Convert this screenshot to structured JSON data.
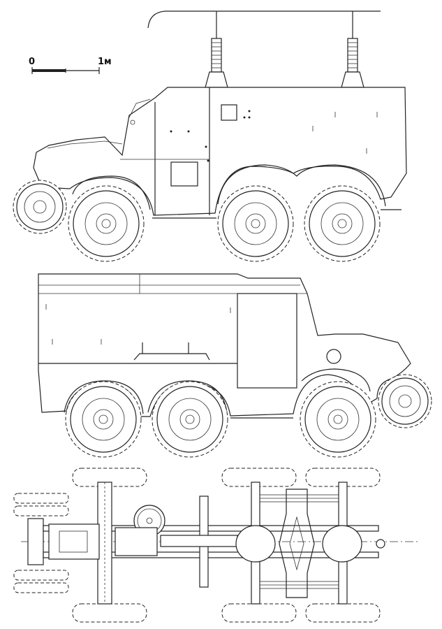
{
  "scale_bar": {
    "start_label": "0",
    "end_label": "1м"
  },
  "views": [
    {
      "id": "side-view-right",
      "type": "drawing"
    },
    {
      "id": "side-view-left",
      "type": "drawing"
    },
    {
      "id": "chassis-top-view",
      "type": "drawing"
    }
  ],
  "colors": {
    "line": "#222222",
    "background": "#ffffff"
  }
}
